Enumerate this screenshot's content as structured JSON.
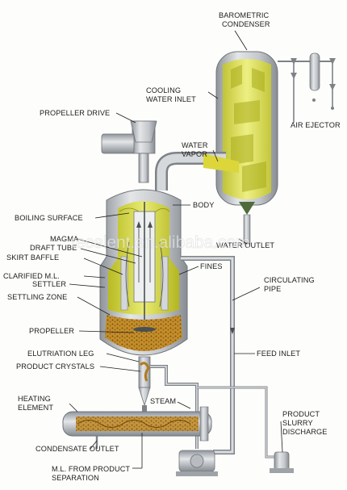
{
  "labels": {
    "barometric_condenser": [
      "BAROMETRIC",
      "CONDENSER"
    ],
    "cooling_water_inlet": [
      "COOLING",
      "WATER INLET"
    ],
    "air_ejector": "AIR EJECTOR",
    "propeller_drive": "PROPELLER DRIVE",
    "water_vapor": [
      "WATER",
      "VAPOR"
    ],
    "body": "BODY",
    "boiling_surface": "BOILING SURFACE",
    "magma": "MAGMA",
    "draft_tube": "DRAFT TUBE",
    "skirt_baffle": "SKIRT BAFFLE",
    "clarified_ml": "CLARIFIED M.L.",
    "settler": "SETTLER",
    "settling_zone": "SETTLING ZONE",
    "fines": "FINES",
    "water_outlet": "WATER OUTLET",
    "circulating_pipe": [
      "CIRCULATING",
      "PIPE"
    ],
    "propeller": "PROPELLER",
    "elutriation_leg": "ELUTRIATION LEG",
    "product_crystals": "PRODUCT CRYSTALS",
    "feed_inlet": "FEED INLET",
    "heating_element": [
      "HEATING",
      "ELEMENT"
    ],
    "steam": "STEAM",
    "product_slurry_discharge": [
      "PRODUCT",
      "SLURRY",
      "DISCHARGE"
    ],
    "condensate_outlet": "CONDENSATE OUTLET",
    "ml_from_product_separation": [
      "M.L. FROM PRODUCT",
      "SEPARATION"
    ]
  },
  "watermark": "tecelent.en.alibaba.com",
  "colors": {
    "steel": "#c9ccd0",
    "steel_dark": "#8e9398",
    "liquid_yellow": "#d9dc3c",
    "liquid_light": "#ecee8a",
    "crystal_brown": "#b27a1c",
    "text": "#1e1e1e"
  }
}
